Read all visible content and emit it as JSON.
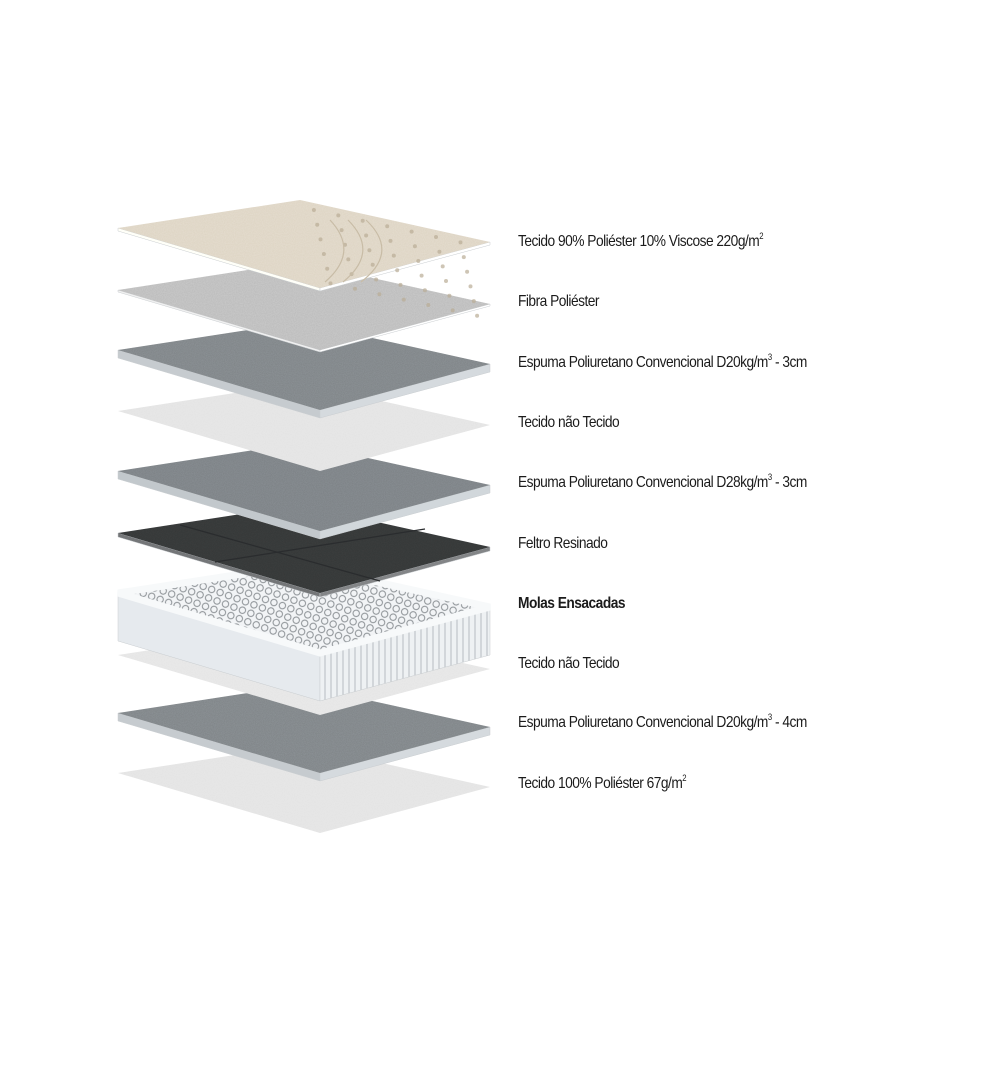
{
  "layers": [
    {
      "id": "tecido-topo",
      "label": "Tecido 90% Poliéster 10% Viscose 220g/m",
      "sup": "2",
      "bold": false,
      "texture": "quilted-fabric",
      "color": "#ddd3c1"
    },
    {
      "id": "fibra",
      "label": "Fibra Poliéster",
      "sup": "",
      "bold": false,
      "texture": "speckled",
      "color": "#b9b9b9"
    },
    {
      "id": "espuma-d20-3",
      "label": "Espuma Poliuretano Convencional D20kg/m",
      "sup": "3",
      "bold": false,
      "texture": "foam-slab",
      "color": "#8f9498",
      "suffix": " - 3cm"
    },
    {
      "id": "tnt-1",
      "label": "Tecido não Tecido",
      "sup": "",
      "bold": false,
      "texture": "nonwoven",
      "color": "#e2e2e2"
    },
    {
      "id": "espuma-d28-3",
      "label": "Espuma Poliuretano Convencional D28kg/m",
      "sup": "3",
      "bold": false,
      "texture": "foam-slab",
      "color": "#8b9195",
      "suffix": " - 3cm"
    },
    {
      "id": "feltro",
      "label": "Feltro Resinado",
      "sup": "",
      "bold": false,
      "texture": "felt",
      "color": "#3d3f41"
    },
    {
      "id": "molas",
      "label": "Molas Ensacadas",
      "sup": "",
      "bold": true,
      "texture": "pocket-springs",
      "color": "#e9eef2"
    },
    {
      "id": "tnt-2",
      "label": "Tecido não Tecido",
      "sup": "",
      "bold": false,
      "texture": "nonwoven",
      "color": "#e4e4e4"
    },
    {
      "id": "espuma-d20-4",
      "label": "Espuma Poliuretano Convencional D20kg/m",
      "sup": "3",
      "bold": false,
      "texture": "foam-slab",
      "color": "#8f9498",
      "suffix": " - 4cm"
    },
    {
      "id": "tecido-base",
      "label": "Tecido 100% Poliéster 67g/m",
      "sup": "2",
      "bold": false,
      "texture": "nonwoven",
      "color": "#e2e2e2"
    }
  ]
}
